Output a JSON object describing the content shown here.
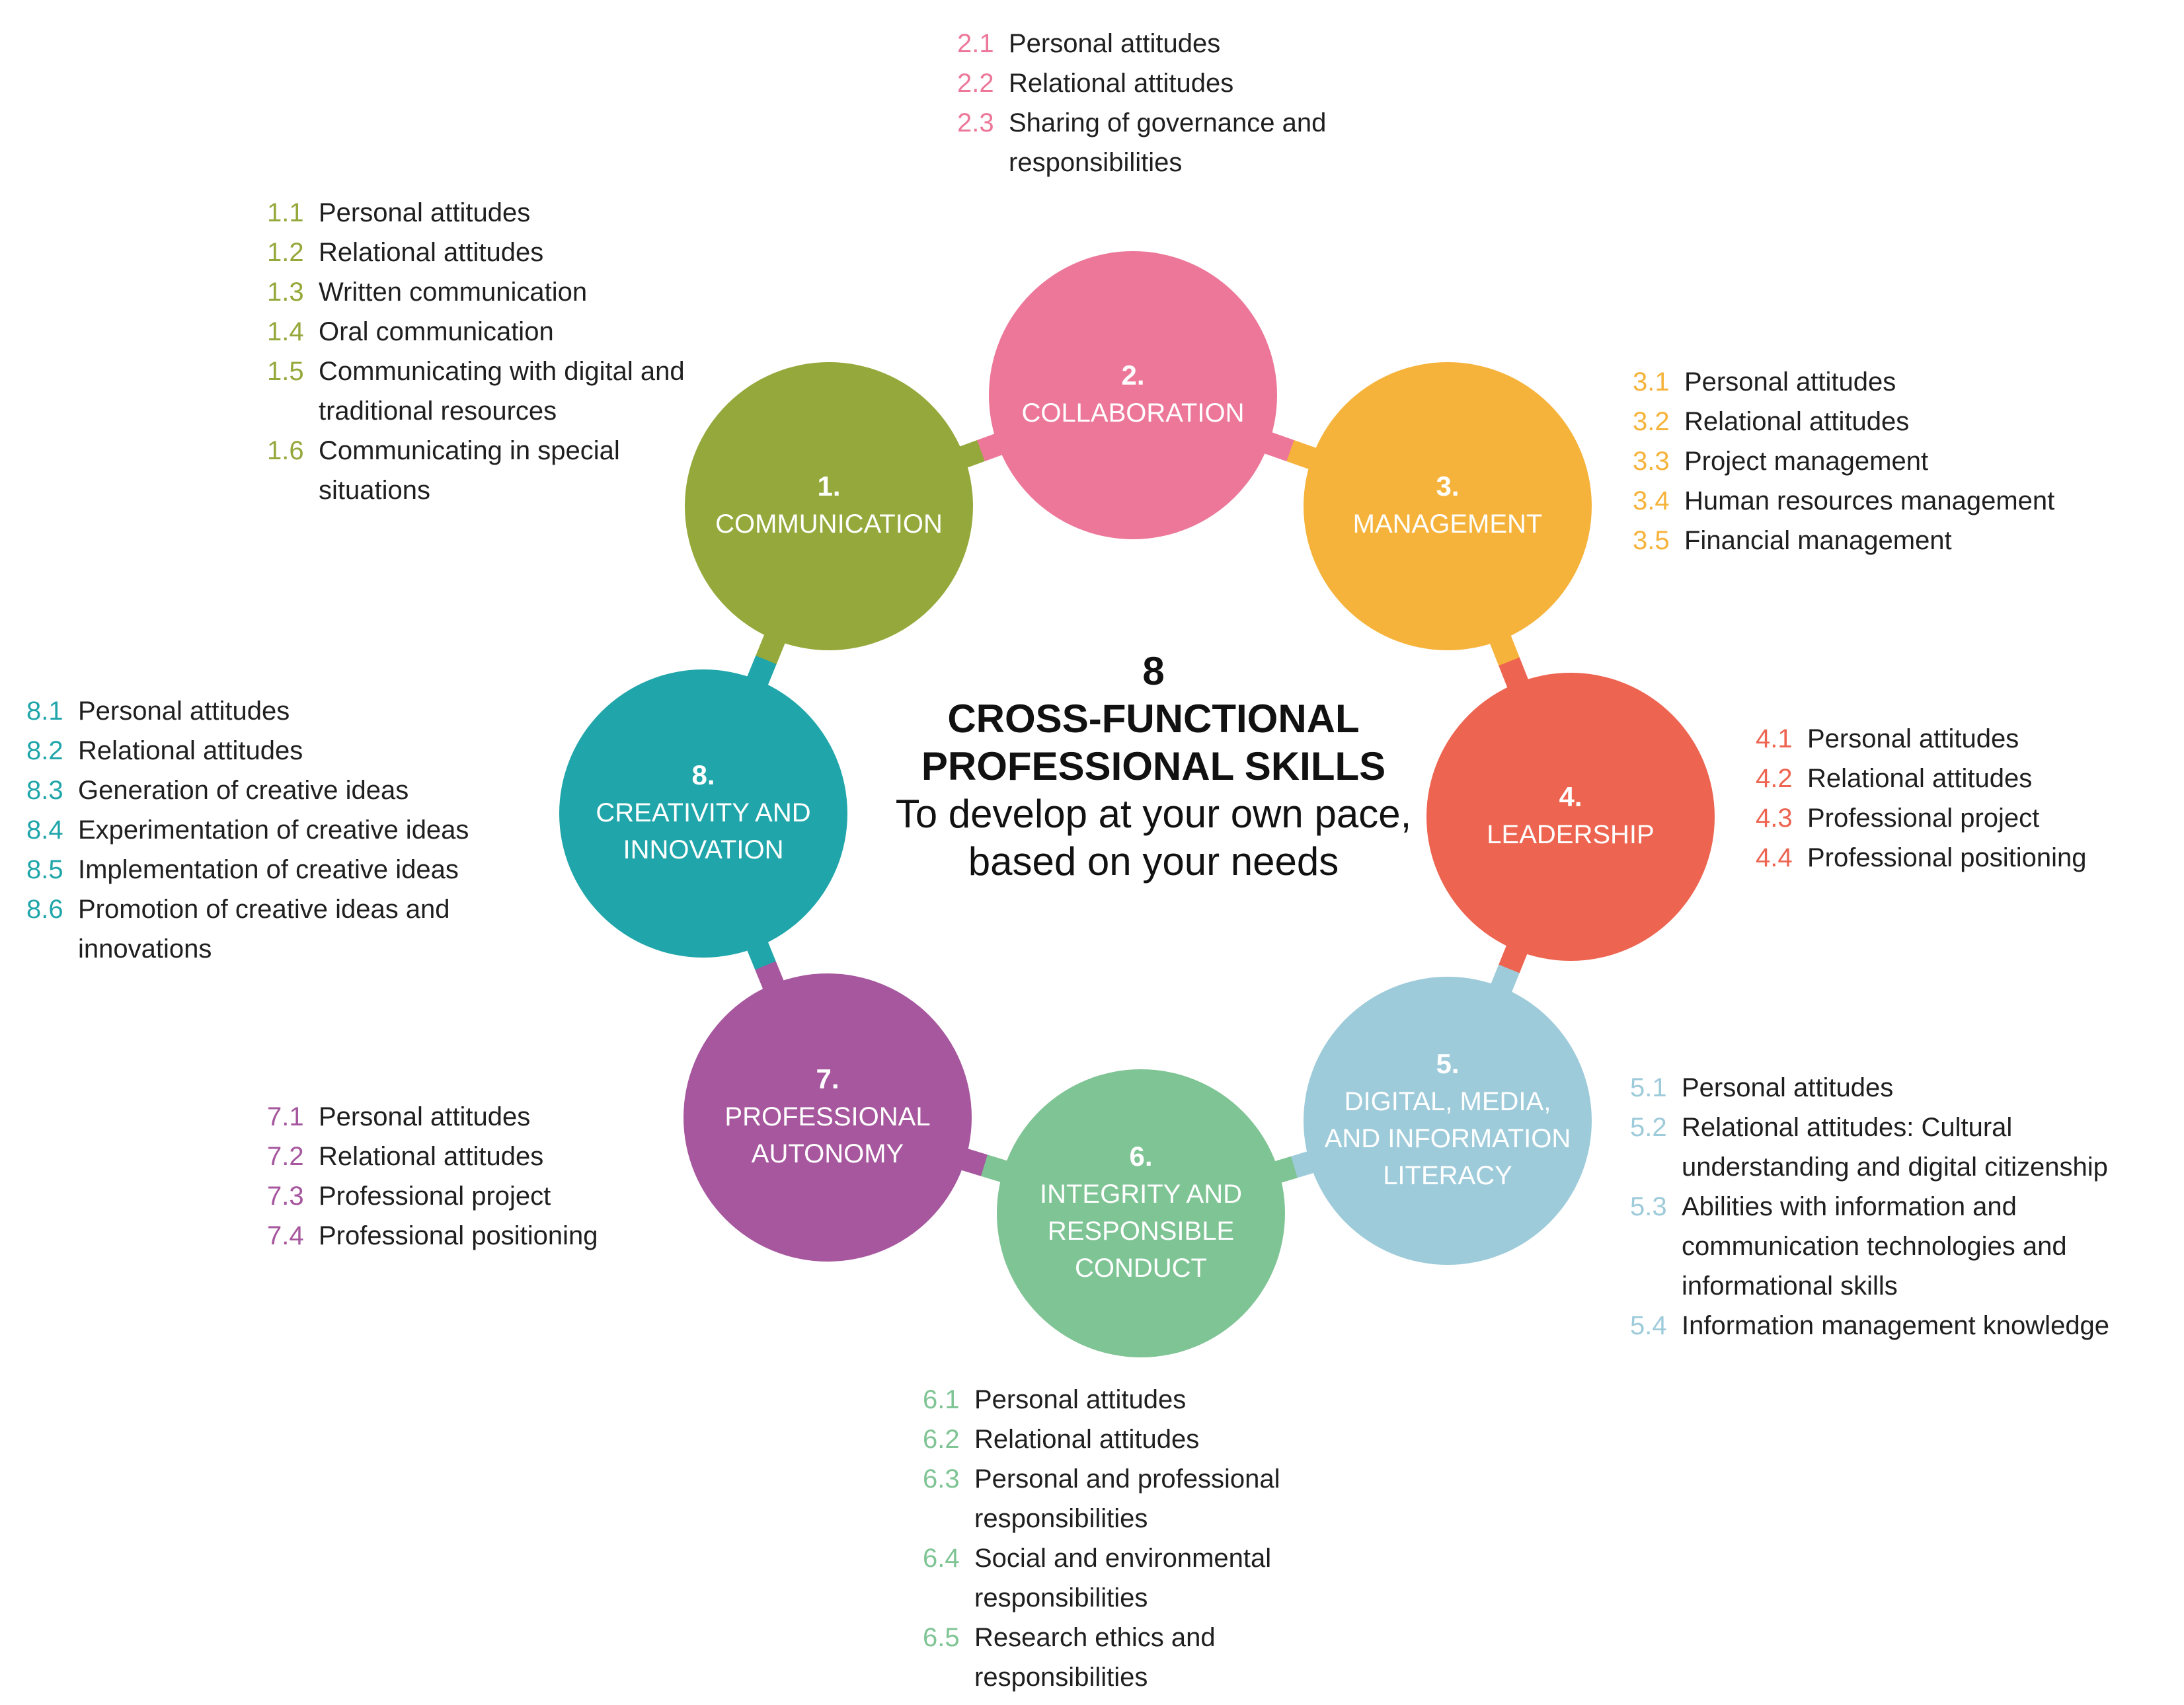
{
  "center": {
    "number": "8",
    "title": "Cross-functional professional skills",
    "subtitle": "To develop at your own pace, based on your needs"
  },
  "skills": [
    {
      "number": "1.",
      "name": "Communication",
      "color": "#95a83b",
      "items": [
        {
          "code": "1.1",
          "text": "Personal attitudes"
        },
        {
          "code": "1.2",
          "text": "Relational attitudes"
        },
        {
          "code": "1.3",
          "text": "Written communication"
        },
        {
          "code": "1.4",
          "text": "Oral communication"
        },
        {
          "code": "1.5",
          "text": "Communicating with digital and traditional resources"
        },
        {
          "code": "1.6",
          "text": "Communicating in special situations"
        }
      ]
    },
    {
      "number": "2.",
      "name": "Collaboration",
      "color": "#ec7799",
      "items": [
        {
          "code": "2.1",
          "text": "Personal attitudes"
        },
        {
          "code": "2.2",
          "text": "Relational attitudes"
        },
        {
          "code": "2.3",
          "text": "Sharing of governance and responsibilities"
        }
      ]
    },
    {
      "number": "3.",
      "name": "Management",
      "color": "#f6b33b",
      "items": [
        {
          "code": "3.1",
          "text": "Personal attitudes"
        },
        {
          "code": "3.2",
          "text": "Relational attitudes"
        },
        {
          "code": "3.3",
          "text": "Project management"
        },
        {
          "code": "3.4",
          "text": "Human resources management"
        },
        {
          "code": "3.5",
          "text": "Financial management"
        }
      ]
    },
    {
      "number": "4.",
      "name": "Leadership",
      "color": "#ed6450",
      "items": [
        {
          "code": "4.1",
          "text": "Personal attitudes"
        },
        {
          "code": "4.2",
          "text": "Relational attitudes"
        },
        {
          "code": "4.3",
          "text": "Professional project"
        },
        {
          "code": "4.4",
          "text": "Professional positioning"
        }
      ]
    },
    {
      "number": "5.",
      "name": "Digital, media, and information literacy",
      "color": "#9ecbda",
      "items": [
        {
          "code": "5.1",
          "text": "Personal attitudes"
        },
        {
          "code": "5.2",
          "text": "Relational attitudes: Cultural understanding and digital citizenship"
        },
        {
          "code": "5.3",
          "text": "Abilities with information and communication technologies and informational skills"
        },
        {
          "code": "5.4",
          "text": "Information management knowledge"
        }
      ]
    },
    {
      "number": "6.",
      "name": "Integrity and responsible conduct",
      "color": "#7fc494",
      "items": [
        {
          "code": "6.1",
          "text": "Personal attitudes"
        },
        {
          "code": "6.2",
          "text": "Relational attitudes"
        },
        {
          "code": "6.3",
          "text": "Personal and professional responsibilities"
        },
        {
          "code": "6.4",
          "text": "Social and environmental responsibilities"
        },
        {
          "code": "6.5",
          "text": "Research ethics and responsibilities"
        }
      ]
    },
    {
      "number": "7.",
      "name": "Professional autonomy",
      "color": "#a6579e",
      "items": [
        {
          "code": "7.1",
          "text": "Personal attitudes"
        },
        {
          "code": "7.2",
          "text": "Relational attitudes"
        },
        {
          "code": "7.3",
          "text": "Professional project"
        },
        {
          "code": "7.4",
          "text": "Professional positioning"
        }
      ]
    },
    {
      "number": "8.",
      "name": "Creativity and innovation",
      "color": "#20a6aa",
      "items": [
        {
          "code": "8.1",
          "text": "Personal attitudes"
        },
        {
          "code": "8.2",
          "text": "Relational attitudes"
        },
        {
          "code": "8.3",
          "text": "Generation of creative ideas"
        },
        {
          "code": "8.4",
          "text": "Experimentation of creative ideas"
        },
        {
          "code": "8.5",
          "text": "Implementation of creative ideas"
        },
        {
          "code": "8.6",
          "text": "Promotion of creative ideas and innovations"
        }
      ]
    }
  ]
}
